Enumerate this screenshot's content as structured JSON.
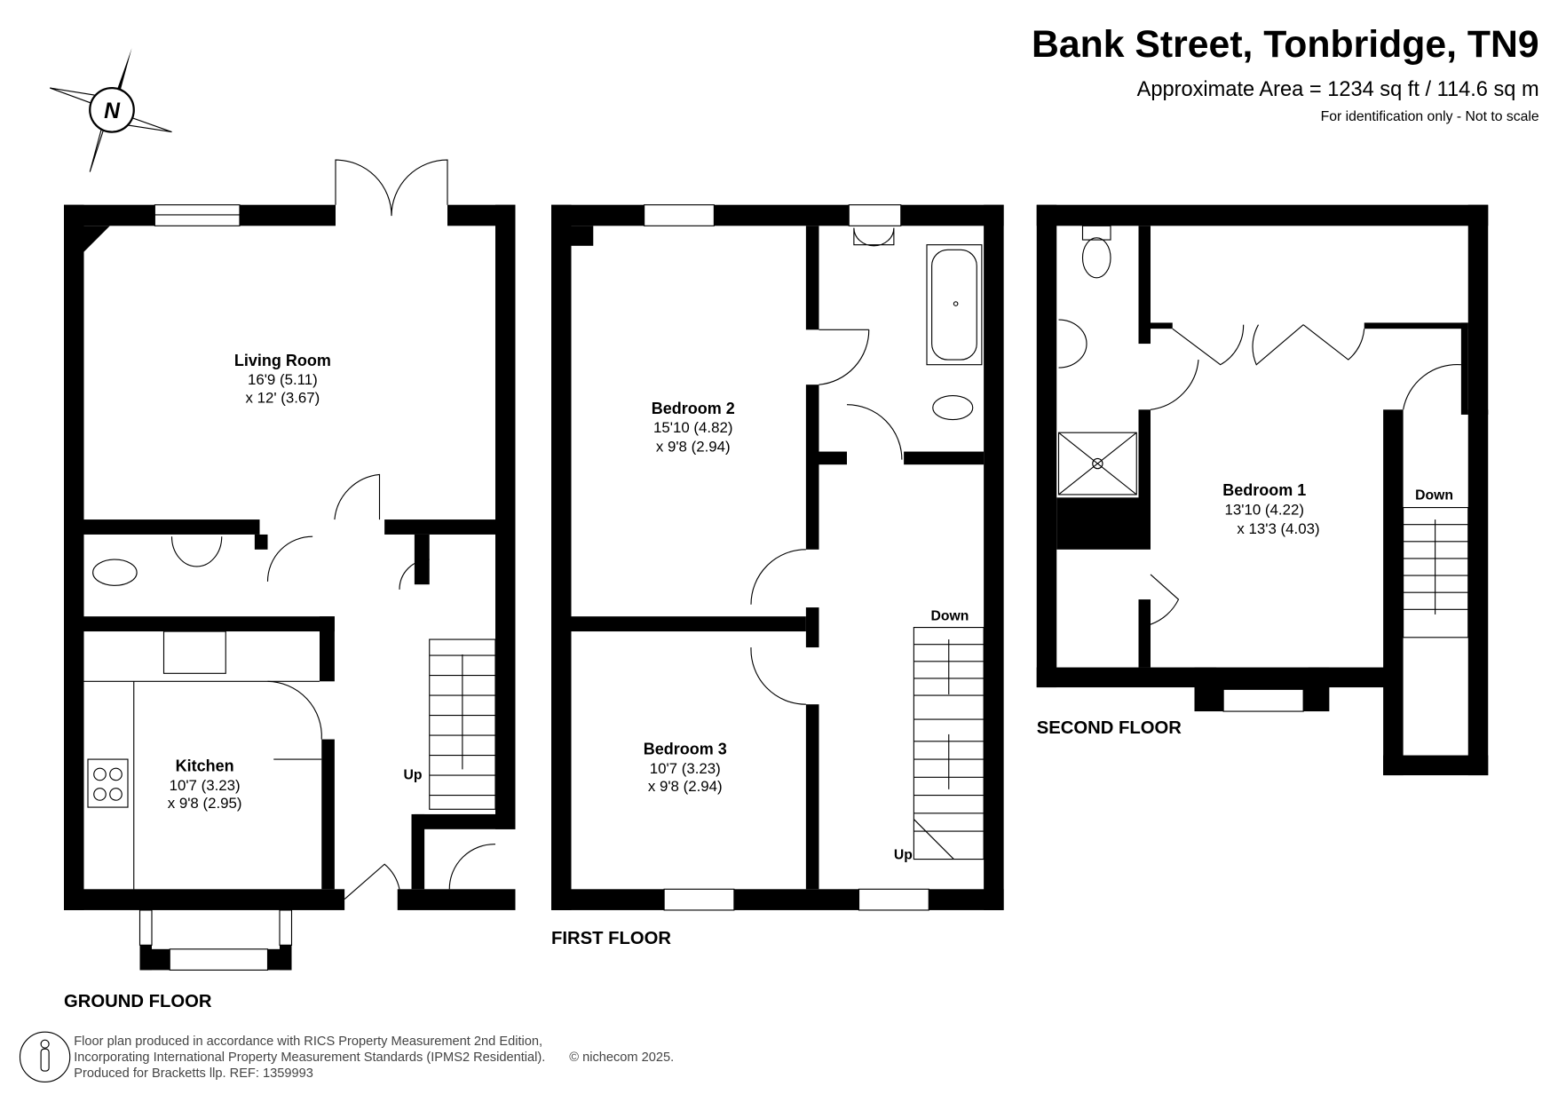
{
  "header": {
    "title": "Bank Street, Tonbridge, TN9",
    "area": "Approximate Area = 1234 sq ft / 114.6 sq m",
    "disclaimer": "For identification only - Not to scale"
  },
  "compass": {
    "label": "N"
  },
  "floors": {
    "ground": {
      "label": "GROUND FLOOR",
      "living": {
        "name": "Living Room",
        "dim1": "16'9 (5.11)",
        "dim2": "x 12' (3.67)"
      },
      "kitchen": {
        "name": "Kitchen",
        "dim1": "10'7 (3.23)",
        "dim2": "x 9'8 (2.95)"
      },
      "stairs": "Up"
    },
    "first": {
      "label": "FIRST FLOOR",
      "bed2": {
        "name": "Bedroom 2",
        "dim1": "15'10 (4.82)",
        "dim2": "x 9'8 (2.94)"
      },
      "bed3": {
        "name": "Bedroom 3",
        "dim1": "10'7 (3.23)",
        "dim2": "x 9'8 (2.94)"
      },
      "stairs_down": "Down",
      "stairs_up": "Up"
    },
    "second": {
      "label": "SECOND FLOOR",
      "bed1": {
        "name": "Bedroom 1",
        "dim1": "13'10 (4.22)",
        "dim2": "x 13'3 (4.03)"
      },
      "stairs_down": "Down"
    }
  },
  "footer": {
    "line1": "Floor plan produced in accordance with RICS Property Measurement 2nd Edition,",
    "line2": "Incorporating International Property Measurement Standards (IPMS2 Residential).",
    "copyright": "© nichecom 2025.",
    "line3": "Produced for Bracketts llp.   REF:  1359993"
  }
}
